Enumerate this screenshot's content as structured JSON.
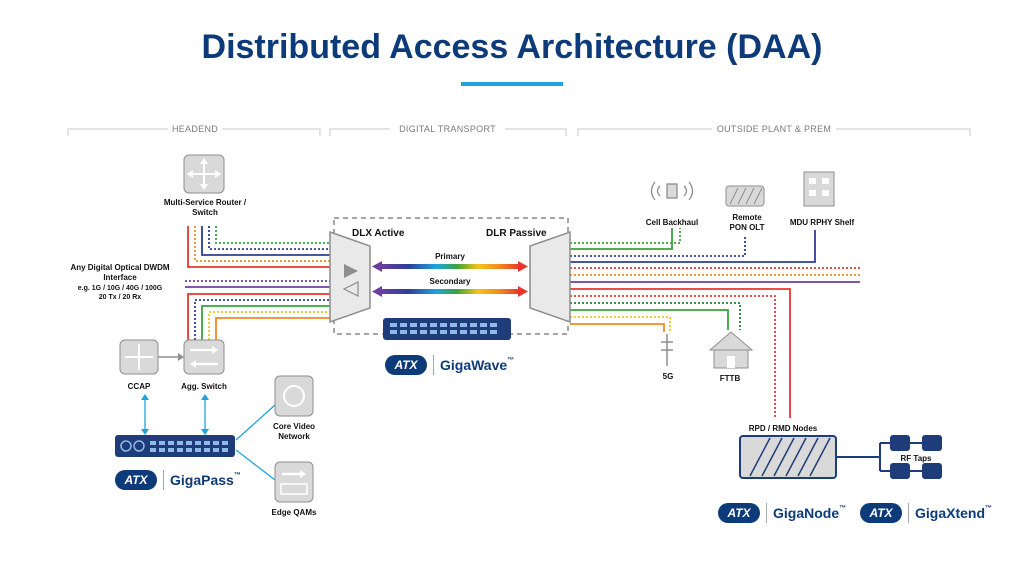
{
  "title": "Distributed Access Architecture (DAA)",
  "sections": {
    "headend": "HEADEND",
    "digital_transport": "DIGITAL TRANSPORT",
    "outside_plant": "OUTSIDE PLANT & PREM"
  },
  "headend": {
    "router_label": "Multi-Service Router / Switch",
    "optical_interface_title": "Any Digital Optical DWDM Interface",
    "optical_interface_detail": "e.g. 1G / 10G / 40G / 100G",
    "optical_interface_txrx": "20 Tx / 20 Rx",
    "ccap_label": "CCAP",
    "agg_switch_label": "Agg. Switch",
    "core_video_label": "Core Video Network",
    "edge_qams_label": "Edge QAMs"
  },
  "transport": {
    "dlx_active": "DLX Active",
    "dlr_passive": "DLR Passive",
    "primary": "Primary",
    "secondary": "Secondary"
  },
  "outside": {
    "cell_backhaul": "Cell Backhaul",
    "remote_pon_olt": "Remote PON OLT",
    "mdu_rphy": "MDU RPHY Shelf",
    "five_g": "5G",
    "fttb": "FTTB",
    "rpd_nodes": "RPD / RMD Nodes",
    "rf_taps": "RF Taps"
  },
  "logos": {
    "brand": "ATX",
    "gigapass": "GigaPass",
    "gigawave": "GigaWave",
    "giganode": "GigaNode",
    "gigaxtend": "GigaXtend",
    "tm": "™"
  },
  "colors": {
    "title": "#0d3b7a",
    "accent": "#1fa3e0",
    "red": "#e8362c",
    "orange": "#f28a1e",
    "yellow": "#f5c518",
    "green": "#3aa33a",
    "dark_green": "#1e7a3a",
    "blue": "#2e3d9a",
    "purple": "#6b3fa0",
    "icon_gray": "#8e8e8e",
    "icon_bg": "#d9d9d9"
  }
}
